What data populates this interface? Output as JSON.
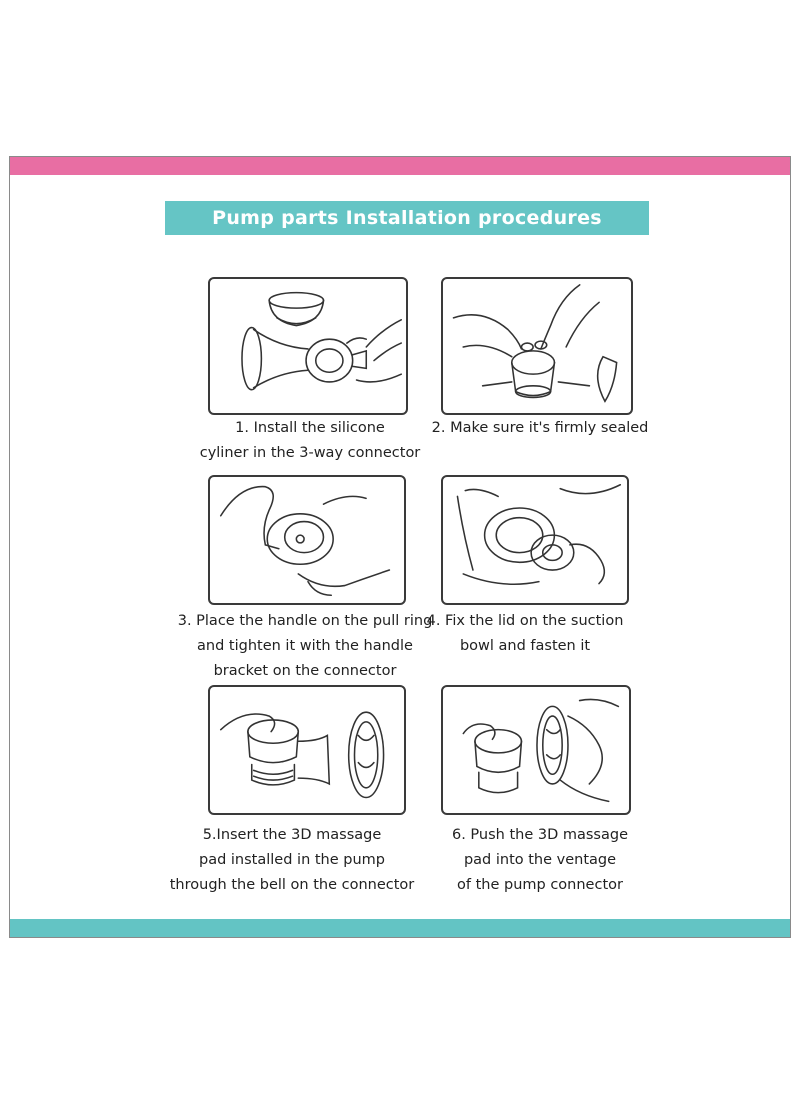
{
  "colors": {
    "top_band": "#e86ea3",
    "bottom_band": "#63c4c4",
    "title_bg": "#65c5c5"
  },
  "title": "Pump parts Installation  procedures",
  "steps": [
    {
      "icon": "silicone-cylinder-install-illustration",
      "lines": [
        "1. Install the silicone",
        "cyliner in the 3-way connector"
      ]
    },
    {
      "icon": "seal-check-illustration",
      "lines": [
        "2. Make sure  it's firmly sealed"
      ]
    },
    {
      "icon": "handle-pull-ring-illustration",
      "lines": [
        "3. Place the handle on the pull ring",
        "and tighten it with the handle",
        "bracket on the connector"
      ]
    },
    {
      "icon": "lid-suction-bowl-illustration",
      "lines": [
        "4. Fix the lid on the suction",
        "bowl and fasten it"
      ]
    },
    {
      "icon": "massage-pad-insert-illustration",
      "lines": [
        "5.Insert the 3D massage",
        "pad installed in the pump",
        "through the bell on the connector"
      ]
    },
    {
      "icon": "massage-pad-push-illustration",
      "lines": [
        "6. Push the 3D massage",
        "pad into the ventage",
        "of the pump connector"
      ]
    }
  ]
}
